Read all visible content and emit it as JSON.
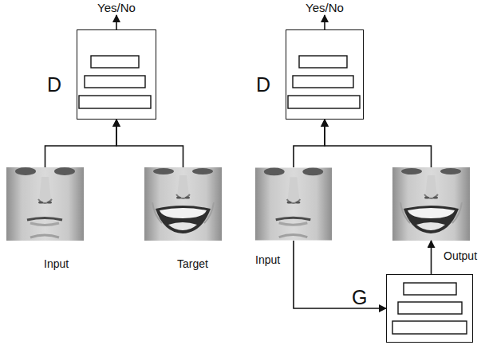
{
  "diagram": {
    "nodes": [
      {
        "text": [
          "D"
        ]
      },
      {
        "text": [
          "D"
        ]
      },
      {
        "text": [
          "Input"
        ]
      },
      {
        "text": [
          "Target"
        ]
      },
      {
        "text": [
          "Input"
        ]
      },
      {
        "text": [
          "Output"
        ]
      },
      {
        "text": [
          "G"
        ]
      }
    ],
    "edges": [
      {
        "from": 2,
        "to": 0,
        "arrow": "to"
      },
      {
        "from": 3,
        "to": 0,
        "arrow": "to"
      },
      {
        "from": 4,
        "to": 1,
        "arrow": "to"
      },
      {
        "from": 5,
        "to": 1,
        "arrow": "to"
      },
      {
        "from": 4,
        "to": 6,
        "arrow": "to"
      },
      {
        "from": 6,
        "to": 5,
        "arrow": "to"
      }
    ],
    "labels": [
      "Yes/No",
      "Yes/No"
    ]
  }
}
